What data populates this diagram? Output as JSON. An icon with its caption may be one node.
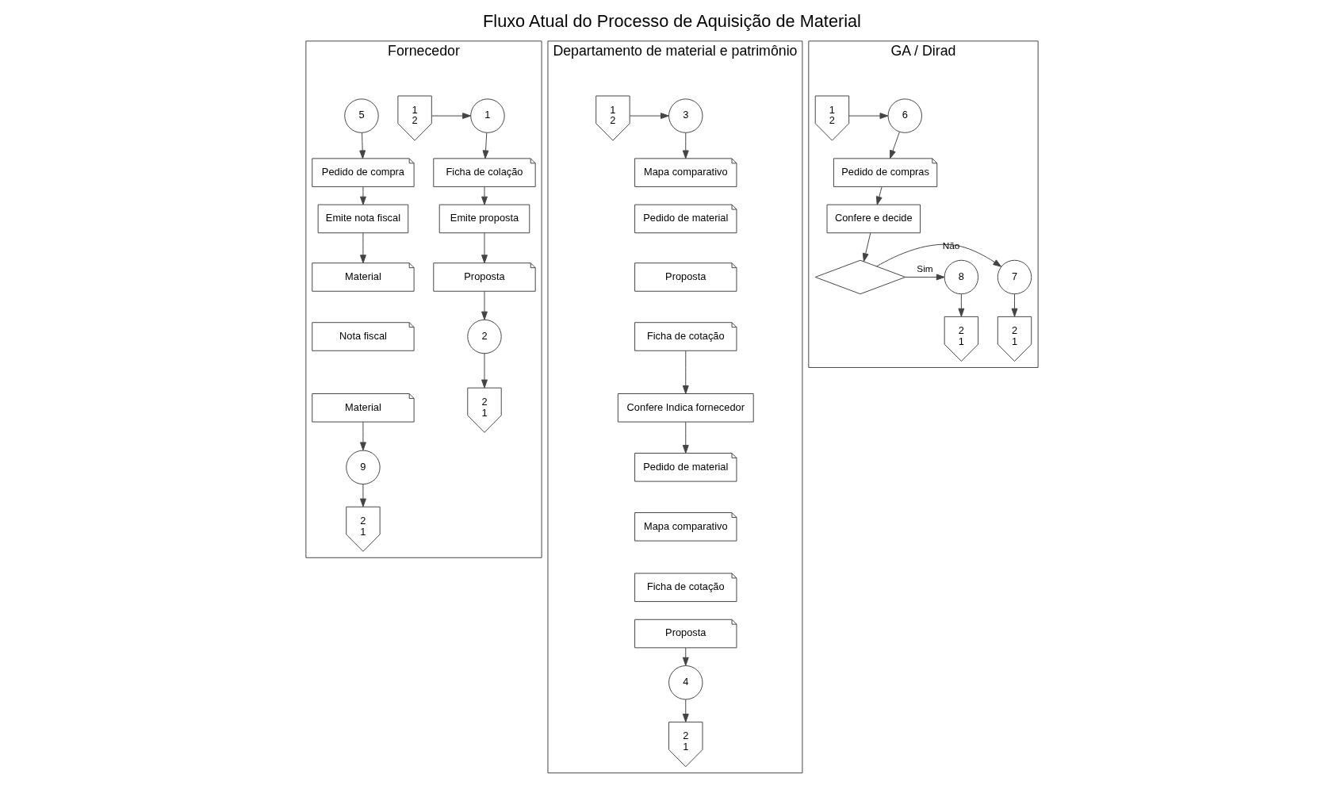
{
  "diagram": {
    "title": "Fluxo Atual do Processo de Aquisição de Material",
    "nodes": [
      {
        "text": [
          "Fornecedor"
        ]
      },
      {
        "text": [
          "1 2"
        ],
        "in": 0
      },
      {
        "text": [
          "1"
        ],
        "in": 0
      },
      {
        "text": [
          "Ficha de colação"
        ],
        "in": 0
      },
      {
        "text": [
          "Emite proposta"
        ],
        "in": 0
      },
      {
        "text": [
          "Proposta"
        ],
        "in": 0
      },
      {
        "text": [
          "2"
        ],
        "in": 0
      },
      {
        "text": [
          "2 1"
        ],
        "in": 0
      },
      {
        "text": [
          "5"
        ],
        "in": 0
      },
      {
        "text": [
          "Pedido de compra"
        ],
        "in": 0
      },
      {
        "text": [
          "Emite nota fiscal"
        ],
        "in": 0
      },
      {
        "text": [
          "Material"
        ],
        "in": 0
      },
      {
        "text": [
          "Nota fiscal"
        ],
        "in": 0
      },
      {
        "text": [
          "Material"
        ],
        "in": 0
      },
      {
        "text": [
          "9"
        ],
        "in": 0
      },
      {
        "text": [
          "2 1"
        ],
        "in": 0
      },
      {
        "text": [
          "Departamento de material e patrimônio"
        ]
      },
      {
        "text": [
          "1 2"
        ],
        "in": 16
      },
      {
        "text": [
          "3"
        ],
        "in": 16
      },
      {
        "text": [
          "Mapa comparativo"
        ],
        "in": 16
      },
      {
        "text": [
          "Pedido de material"
        ],
        "in": 16
      },
      {
        "text": [
          "Proposta"
        ],
        "in": 16
      },
      {
        "text": [
          "Ficha de cotação"
        ],
        "in": 16
      },
      {
        "text": [
          "Confere Indica fornecedor"
        ],
        "in": 16
      },
      {
        "text": [
          "Pedido de material"
        ],
        "in": 16
      },
      {
        "text": [
          "Mapa comparativo"
        ],
        "in": 16
      },
      {
        "text": [
          "Ficha de cotação"
        ],
        "in": 16
      },
      {
        "text": [
          "Proposta"
        ],
        "in": 16
      },
      {
        "text": [
          "4"
        ],
        "in": 16
      },
      {
        "text": [
          "2 1"
        ],
        "in": 16
      },
      {
        "text": [
          "GA / Dirad"
        ]
      },
      {
        "text": [
          "1 2"
        ],
        "in": 30
      },
      {
        "text": [
          "6"
        ],
        "in": 30
      },
      {
        "text": [
          "Pedido de compras"
        ],
        "in": 30
      },
      {
        "text": [
          "Confere e decide"
        ],
        "in": 30
      },
      {
        "text": [],
        "shape": "diamond",
        "in": 30
      },
      {
        "text": [
          "7"
        ],
        "in": 30
      },
      {
        "text": [
          "2 1"
        ],
        "in": 30
      },
      {
        "text": [
          "8"
        ],
        "in": 30
      },
      {
        "text": [
          "2 1"
        ],
        "in": 30
      }
    ],
    "edges": [
      {
        "from": 1,
        "to": 2,
        "arrow": "to"
      },
      {
        "from": 2,
        "to": 3,
        "arrow": "to"
      },
      {
        "from": 3,
        "to": 4,
        "arrow": "to"
      },
      {
        "from": 4,
        "to": 5,
        "arrow": "to"
      },
      {
        "from": 5,
        "to": 6,
        "arrow": "to"
      },
      {
        "from": 6,
        "to": 7,
        "arrow": "to"
      },
      {
        "from": 8,
        "to": 9,
        "arrow": "to"
      },
      {
        "from": 9,
        "to": 10,
        "arrow": "to"
      },
      {
        "from": 10,
        "to": 11,
        "arrow": "to"
      },
      {
        "from": 13,
        "to": 14,
        "arrow": "to"
      },
      {
        "from": 14,
        "to": 15,
        "arrow": "to"
      },
      {
        "from": 17,
        "to": 18,
        "arrow": "to"
      },
      {
        "from": 18,
        "to": 19,
        "arrow": "to"
      },
      {
        "from": 22,
        "to": 23,
        "arrow": "to"
      },
      {
        "from": 23,
        "to": 24,
        "arrow": "to"
      },
      {
        "from": 27,
        "to": 28,
        "arrow": "to"
      },
      {
        "from": 28,
        "to": 29,
        "arrow": "to"
      },
      {
        "from": 31,
        "to": 32,
        "arrow": "to"
      },
      {
        "from": 32,
        "to": 33,
        "arrow": "to"
      },
      {
        "from": 33,
        "to": 34,
        "arrow": "to"
      },
      {
        "from": 34,
        "to": 35,
        "arrow": "to"
      },
      {
        "from": 35,
        "to": 36,
        "arrow": "to",
        "label": "Não"
      },
      {
        "from": 35,
        "to": 38,
        "arrow": "to",
        "label": "Sim"
      },
      {
        "from": 36,
        "to": 37,
        "arrow": "to"
      },
      {
        "from": 38,
        "to": 39,
        "arrow": "to"
      }
    ]
  }
}
